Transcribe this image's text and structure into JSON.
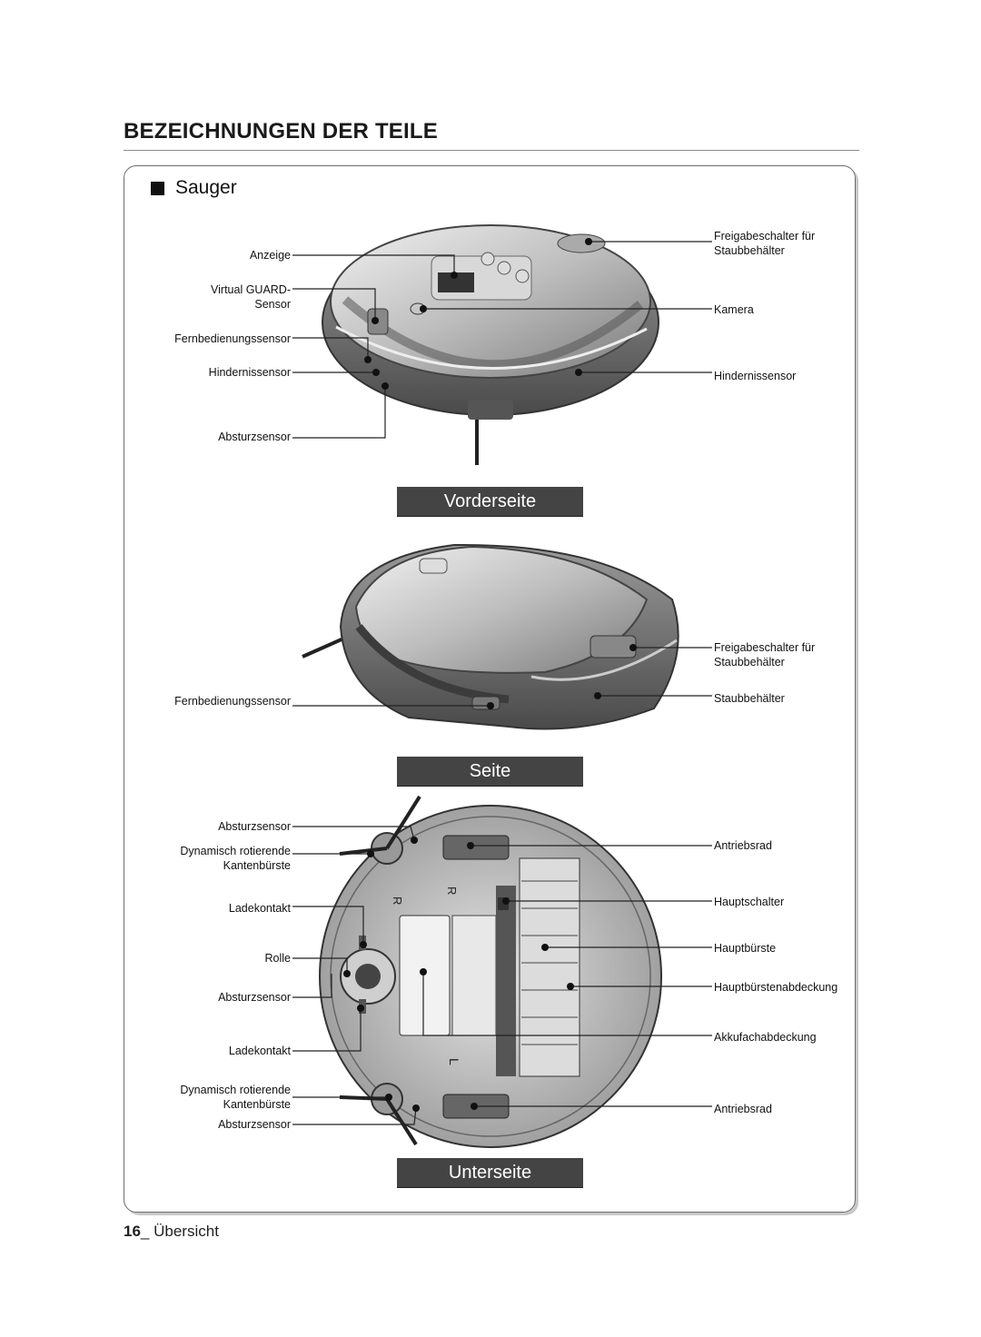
{
  "header": {
    "title": "BEZEICHNUNGEN DER TEILE"
  },
  "section": {
    "label": "Sauger"
  },
  "captions": {
    "front": "Vorderseite",
    "side": "Seite",
    "bottom": "Unterseite"
  },
  "front_labels": {
    "left": [
      "Anzeige",
      "Virtual GUARD-",
      "Sensor",
      "Fernbedienungssensor",
      "Hindernissensor",
      "Absturzsensor"
    ],
    "right": [
      "Freigabeschalter für",
      "Staubbehälter",
      "Kamera",
      "Hindernissensor"
    ]
  },
  "side_labels": {
    "left": [
      "Fernbedienungssensor"
    ],
    "right": [
      "Freigabeschalter für",
      "Staubbehälter",
      "Staubbehälter"
    ]
  },
  "bottom_labels": {
    "left": [
      "Absturzsensor",
      "Dynamisch rotierende",
      "Kantenbürste",
      "Ladekontakt",
      "Rolle",
      "Absturzsensor",
      "Ladekontakt",
      "Dynamisch rotierende",
      "Kantenbürste",
      "Absturzsensor"
    ],
    "right": [
      "Antriebsrad",
      "Hauptschalter",
      "Hauptbürste",
      "Hauptbürstenabdeckung",
      "Akkufachabdeckung",
      "Antriebsrad"
    ],
    "wheel_marks": [
      "R",
      "R",
      "L"
    ]
  },
  "footer": {
    "page_number": "16",
    "separator": "_",
    "section": "Übersicht"
  }
}
